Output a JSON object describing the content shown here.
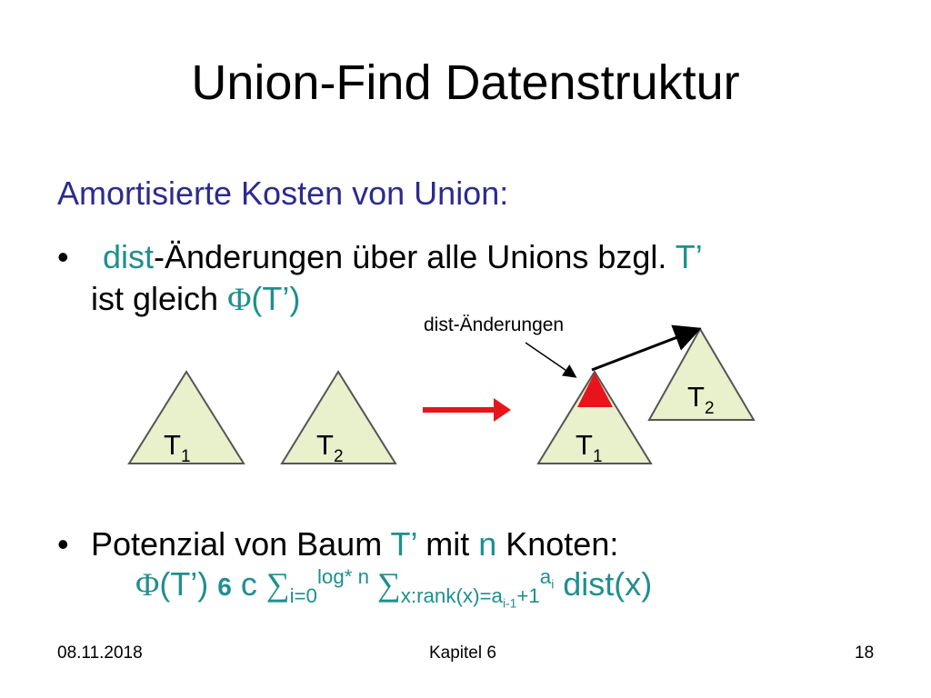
{
  "title": "Union-Find Datenstruktur",
  "subtitle": "Amortisierte Kosten von Union:",
  "bullet1": {
    "marker": "•",
    "dist": "dist",
    "text_a": "-Änderungen über alle Unions bzgl. ",
    "T_prime": "T’",
    "text_b": "ist gleich ",
    "phi": "Φ",
    "phi_arg": "(T’)"
  },
  "diagram": {
    "label_dist_changes": "dist-Änderungen",
    "left_tree1": {
      "label": "T",
      "sub": "1"
    },
    "left_tree2": {
      "label": "T",
      "sub": "2"
    },
    "right_tree1": {
      "label": "T",
      "sub": "1"
    },
    "right_tree2": {
      "label": "T",
      "sub": "2"
    },
    "colors": {
      "arrow": "#e8141c",
      "root_marker": "#e8141c",
      "tree_fill": "#e8f0cc",
      "tree_stroke": "#555555"
    }
  },
  "bullet2": {
    "marker": "•",
    "text_a": "Potenzial von Baum ",
    "T_prime": "T’",
    "text_b": " mit ",
    "n": "n",
    "text_c": " Knoten:",
    "formula": {
      "phi": "Φ",
      "arg": "(T’) ",
      "leq": "6",
      "c": " c ",
      "sum1": "∑",
      "sum1_sub": "i=0",
      "sum1_sup": "log* n",
      "sum2": " ∑",
      "sum2_sub": "x:rank(x)=a",
      "sum2_sub_i": "i-1",
      "sum2_sub_end": "+1",
      "sum2_sup": "a",
      "sum2_sup_sub": "i",
      "tail": " dist(x)"
    }
  },
  "footer": {
    "date": "08.11.2018",
    "chapter": "Kapitel 6",
    "page": "18"
  }
}
